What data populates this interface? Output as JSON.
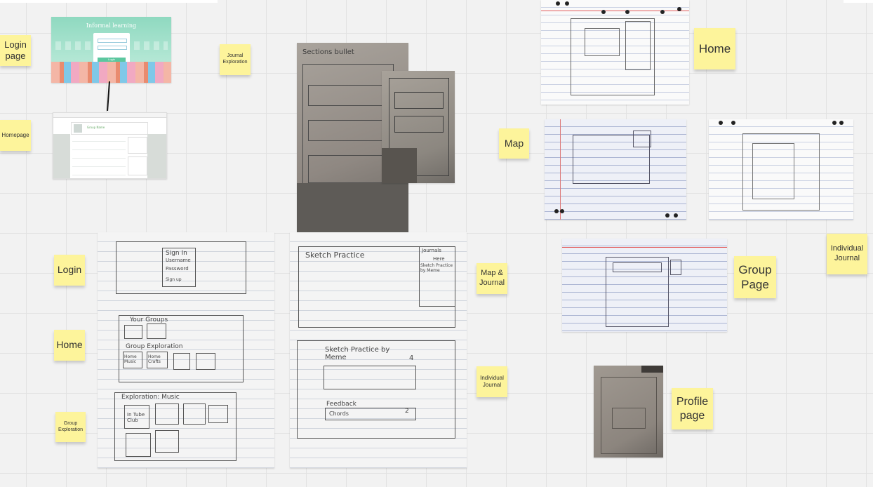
{
  "stickies": {
    "login_page": "Login page",
    "homepage": "Homepage",
    "journal_exploration": "Journal Exploration",
    "home_right": "Home",
    "map": "Map",
    "group_page": "Group Page",
    "individual_journal_right": "Individual Journal",
    "profile_page": "Profile page",
    "login_left": "Login",
    "home_left": "Home",
    "group_exploration": "Group Exploration",
    "map_journal": "Map & Journal",
    "individual_journal_mid": "Individual Journal"
  },
  "mockup": {
    "title": "Informal learning",
    "login_button": "Login",
    "home_header": "Group Name"
  },
  "sketches": {
    "sign_in": "Sign In",
    "username": "Username",
    "password": "Password",
    "signup": "Sign up",
    "your_groups": "Your Groups",
    "group_exploration": "Group Exploration",
    "home_music": "Home Music",
    "home_crafts": "Home Crafts",
    "exploration_music": "Exploration: Music",
    "in_tube_club": "In Tube Club",
    "sketch_practice": "Sketch Practice",
    "journals": "Journals",
    "heresy": "Here",
    "sketch_practice_by_meme": "Sketch Practice by Meme",
    "feedback": "Feedback",
    "chords": "Chords",
    "count_4": "4",
    "count_2": "2",
    "top_doc_title": "Sections bullet"
  }
}
